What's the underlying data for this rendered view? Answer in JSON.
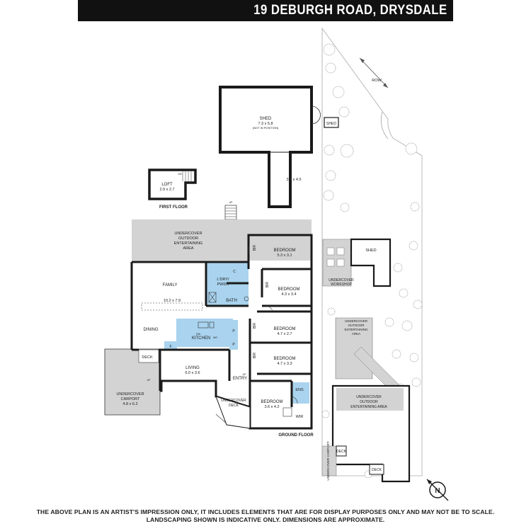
{
  "header": {
    "title": "19 DEBURGH ROAD, DRYSDALE"
  },
  "first_floor": {
    "label": "FIRST FLOOR",
    "stair_up": "UP",
    "loft": {
      "name": "LOFT",
      "dim": "2.9 x 2.7",
      "dn": "DN"
    },
    "shed": {
      "name": "SHED",
      "dim": "7.3 x 5.8",
      "note": "(NOT IN POSITION)",
      "annex_dim": "3.5 x 4.5"
    }
  },
  "ground_floor": {
    "label": "GROUND FLOOR",
    "outdoor_area": {
      "line1": "UNDERCOVER",
      "line2": "OUTDOOR",
      "line3": "ENTERTAINING",
      "line4": "AREA"
    },
    "family": {
      "name": "FAMILY",
      "dim": "10.2 x 7.9"
    },
    "dining": "DINING",
    "kitchen": "KITCHEN",
    "kitchen_codes": {
      "dw": "DW",
      "wo": "WO",
      "f": "F",
      "p1": "P",
      "p2": "P"
    },
    "laundry": {
      "line1": "L'DRY/",
      "line2": "PWDR",
      "c": "C"
    },
    "bath": "BATH",
    "living": {
      "name": "LIVING",
      "dim": "6.0 x 3.6"
    },
    "entry": "ENTRY",
    "deck": "DECK",
    "carport": {
      "line1": "UNDERCOVER",
      "line2": "CARPORT",
      "dim": "4.8 x 6.2",
      "up": "UP"
    },
    "undercover_deck": {
      "line1": "UNDERCOVER",
      "line2": "DECK"
    },
    "bedroom1": {
      "name": "BEDROOM",
      "dim": "5.3 x 3.1",
      "bir": "BIR"
    },
    "bedroom2": {
      "name": "BEDROOM",
      "dim": "4.3 x 3.4",
      "bir": "BIR"
    },
    "bedroom3": {
      "name": "BEDROOM",
      "dim": "4.7 x 2.7",
      "bir": "BIR"
    },
    "bedroom4": {
      "name": "BEDROOM",
      "dim": "4.7 x 3.3",
      "bir": "BIR"
    },
    "bedroom5": {
      "name": "BEDROOM",
      "dim": "3.6 x 4.2"
    },
    "ens": "ENS",
    "wir": "WIR",
    "up_small": "UP"
  },
  "site": {
    "row": "ROW",
    "shed_small": "SHED",
    "shed": "SHED",
    "workshop": {
      "line1": "UNDERCOVER",
      "line2": "WORKSHOP"
    },
    "outdoor1": {
      "line1": "UNDERCOVER",
      "line2": "OUTDOOR",
      "line3": "ENTERTAINING",
      "line4": "AREA"
    },
    "outdoor2": {
      "line1": "UNDERCOVER",
      "line2": "OUTDOOR",
      "line3": "ENTERTAINING AREA"
    },
    "carport": "UNDERCOVER CARPORT",
    "deck1": "DECK",
    "deck2": "DECK",
    "north": "N"
  },
  "footer": {
    "line1": "THE ABOVE PLAN IS AN ARTIST'S IMPRESSION ONLY, IT INCLUDES ELEMENTS THAT ARE FOR DISPLAY PURPOSES ONLY AND MAY NOT BE TO SCALE.",
    "line2": "LANDSCAPING SHOWN IS INDICATIVE ONLY. DIMENSIONS ARE APPROXIMATE."
  },
  "colors": {
    "wet_area": "#a9d3ee",
    "outdoor": "#d3d3d3",
    "wall": "#1a1a1a"
  }
}
